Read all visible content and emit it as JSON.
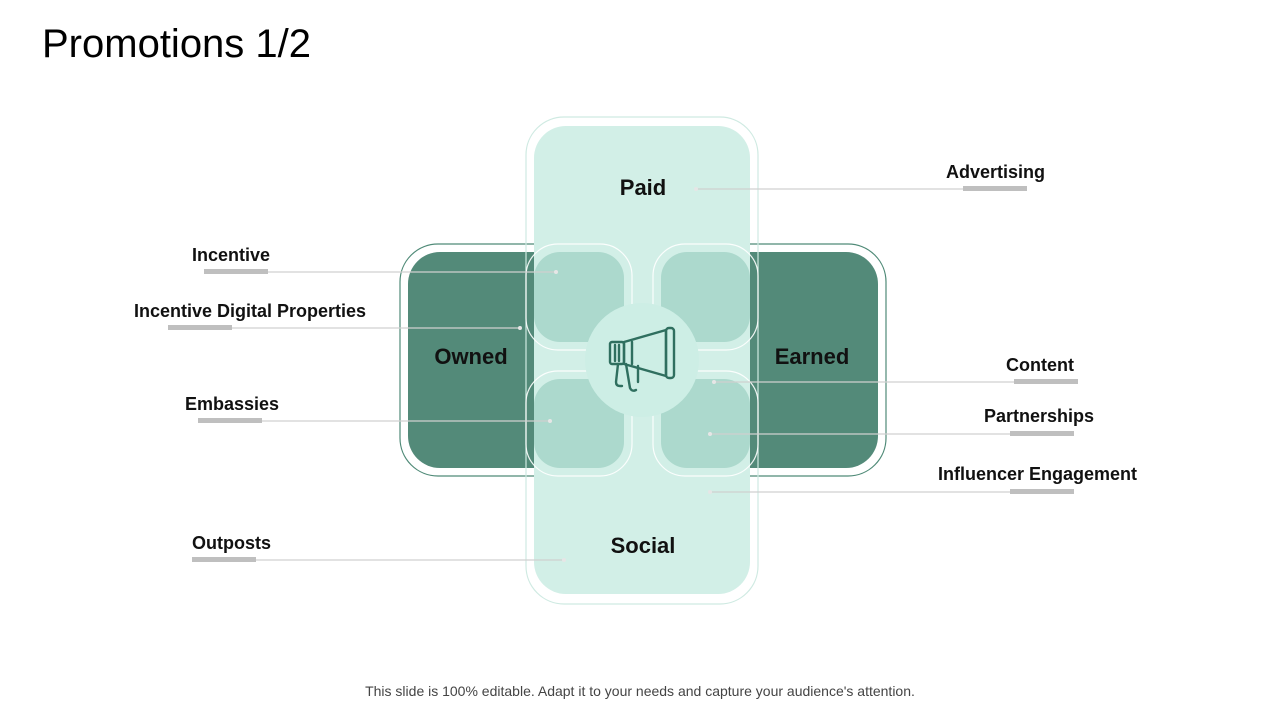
{
  "title": "Promotions 1/2",
  "center": {
    "icon": "megaphone-icon"
  },
  "quadrants": {
    "paid": "Paid",
    "owned": "Owned",
    "earned": "Earned",
    "social": "Social"
  },
  "left_items": {
    "incentive": "Incentive",
    "incentive_digital": "Incentive Digital Properties",
    "embassies": "Embassies",
    "outposts": "Outposts"
  },
  "right_items": {
    "advertising": "Advertising",
    "content": "Content",
    "partnerships": "Partnerships",
    "influencer": "Influencer Engagement"
  },
  "colors": {
    "dark_green": "#538a79",
    "light_green": "#d2efe7",
    "overlap_green": "#acd9cd",
    "outline": "#4f8a77",
    "underline": "#bfbfbf",
    "connector": "#d0d0d0"
  },
  "footer": "This slide is 100% editable. Adapt it to your needs and capture your audience's attention."
}
